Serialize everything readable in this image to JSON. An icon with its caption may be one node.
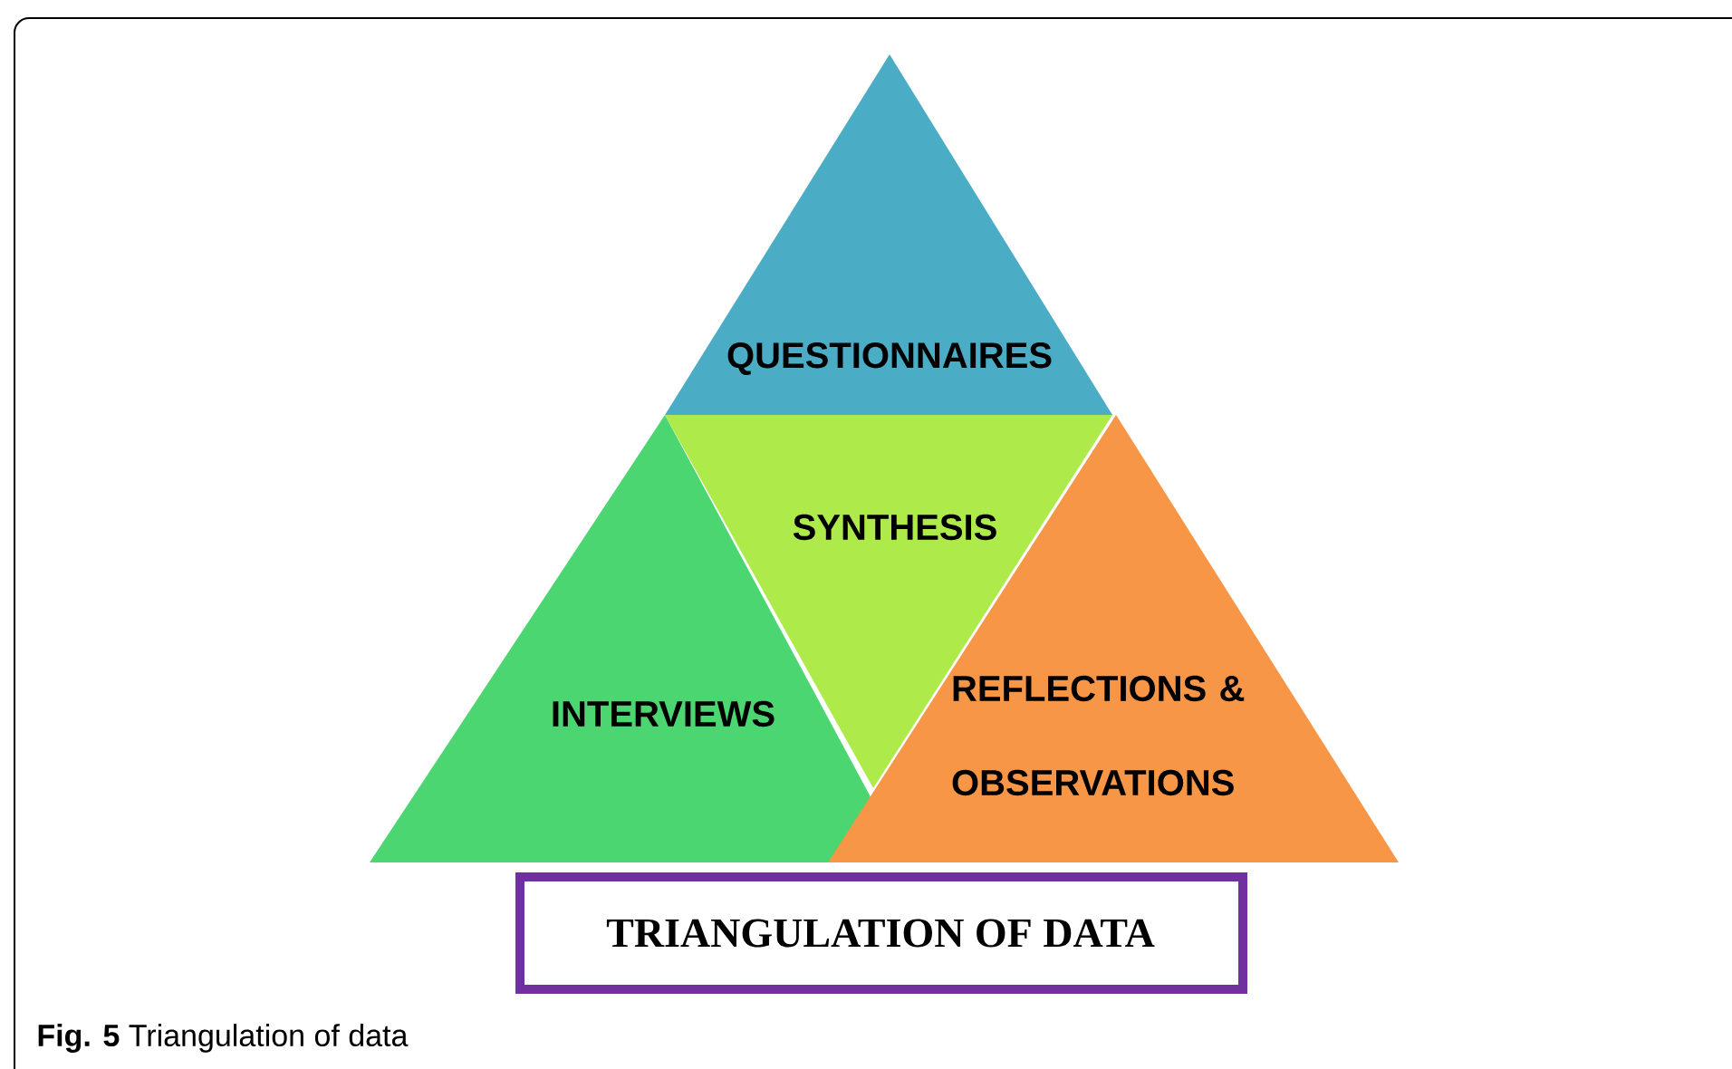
{
  "diagram": {
    "caption": "**Fig. 5** Triangulation of data",
    "nodes": [
      {
        "text": [
          "QUESTIONNAIRES"
        ]
      },
      {
        "text": [
          "SYNTHESIS"
        ]
      },
      {
        "text": [
          "INTERVIEWS"
        ]
      },
      {
        "text": [
          "REFLECTIONS & OBSERVATIONS"
        ]
      },
      {
        "text": [
          "TRIANGULATION OF DATA"
        ]
      }
    ]
  }
}
